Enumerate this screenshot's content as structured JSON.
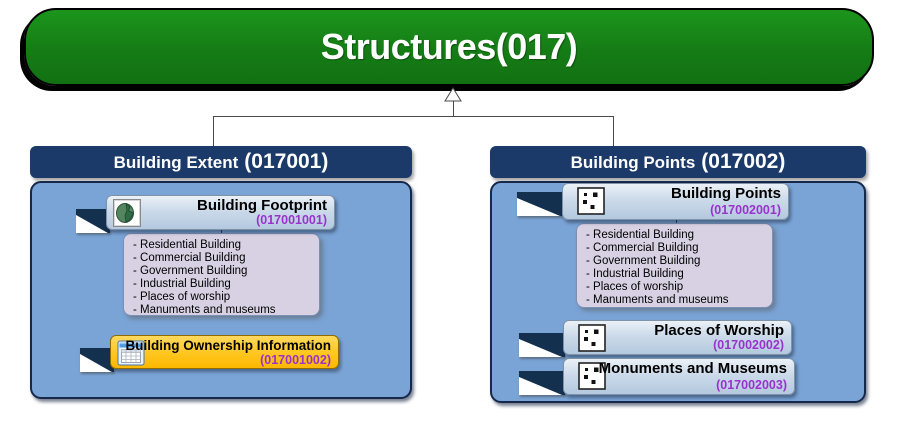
{
  "root_node": {
    "title": "Structures(017)"
  },
  "panels": [
    {
      "title": "Building Extent",
      "code": "(017001)",
      "features": [
        {
          "title": "Building Footprint",
          "code": "(017001001)",
          "icon": "polygon-icon",
          "subtypes": [
            "- Residential Building",
            "- Commercial Building",
            "- Government Building",
            "- Industrial Building",
            "- Places of worship",
            "- Manuments and museums"
          ]
        },
        {
          "title": "Building Ownership Information",
          "code": "(017001002)",
          "icon": "table-icon"
        }
      ]
    },
    {
      "title": "Building Points",
      "code": "(017002)",
      "features": [
        {
          "title": "Building Points",
          "code": "(017002001)",
          "icon": "points-icon",
          "subtypes": [
            "- Residential Building",
            "- Commercial Building",
            "- Government Building",
            "- Industrial Building",
            "- Places of worship",
            "- Manuments and museums"
          ]
        },
        {
          "title": "Places of Worship",
          "code": "(017002002)",
          "icon": "points-icon"
        },
        {
          "title": "Monuments and Museums",
          "code": "(017002003)",
          "icon": "points-icon"
        }
      ]
    }
  ],
  "colors": {
    "banner_green": "#188618",
    "banner_border": "#000000",
    "header_navy": "#1B3A69",
    "panel_blue": "#7AA4D6",
    "panel_border": "#16294A",
    "item_blue": "#C9D8EA",
    "item_orange": "#FFC61E",
    "subtype_lavender": "#D8D1E3",
    "code_purple": "#9933CC",
    "flag_navy": "#14304F"
  }
}
